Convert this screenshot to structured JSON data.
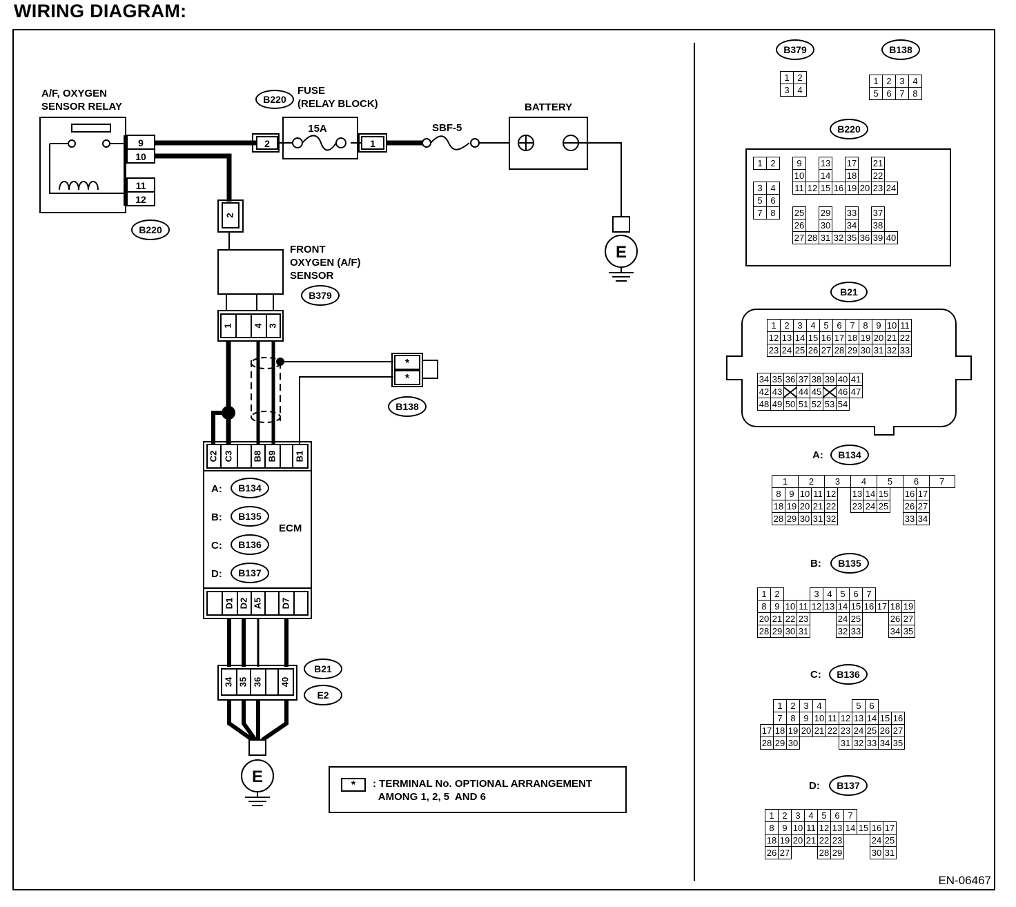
{
  "title": "WIRING DIAGRAM:",
  "doc_code": "EN-06467",
  "labels": {
    "relay": "A/F, OXYGEN\nSENSOR RELAY",
    "fuse": "FUSE\n(RELAY BLOCK)",
    "fuse_rating": "15A",
    "battery": "BATTERY",
    "sbf": "SBF-5",
    "sensor": "FRONT\nOXYGEN (A/F)\nSENSOR",
    "ecm": "ECM",
    "ground": "E"
  },
  "badges": {
    "relay_conn": "B220",
    "fuse_conn": "B220",
    "sensor_conn": "B379",
    "joint_conn": "B138",
    "ground_conn_1": "B21",
    "ground_conn_2": "E2"
  },
  "ecm_connectors": [
    {
      "prefix": "A:",
      "code": "B134"
    },
    {
      "prefix": "B:",
      "code": "B135"
    },
    {
      "prefix": "C:",
      "code": "B136"
    },
    {
      "prefix": "D:",
      "code": "B137"
    }
  ],
  "terminals": {
    "relay": [
      "9",
      "10",
      "11",
      "12"
    ],
    "fuse_in": "2",
    "fuse_out": "1",
    "sensor_drop": "2",
    "sensor": [
      "1",
      "4",
      "3"
    ],
    "joint": [
      "*",
      "*"
    ],
    "ecm_top": [
      "C2",
      "C3",
      "B8",
      "B9",
      "B1"
    ],
    "ecm_bottom": [
      "D1",
      "D2",
      "A5",
      "D7"
    ],
    "ground_conn": [
      "34",
      "35",
      "36",
      "40"
    ]
  },
  "legend": {
    "symbol": "*",
    "text": ": TERMINAL No. OPTIONAL ARRANGEMENT\n  AMONG 1, 2, 5  AND 6"
  },
  "panel": {
    "b379": "B379",
    "b138": "B138",
    "b220": "B220",
    "b21": "B21",
    "a_prefix": "A:",
    "a_code": "B134",
    "b_prefix": "B:",
    "b_code": "B135",
    "c_prefix": "C:",
    "c_code": "B136",
    "d_prefix": "D:",
    "d_code": "B137"
  },
  "grids": {
    "b379": [
      [
        "1",
        "2"
      ],
      [
        "3",
        "4"
      ]
    ],
    "b138": [
      [
        "1",
        "2",
        "3",
        "4"
      ],
      [
        "5",
        "6",
        "7",
        "8"
      ]
    ],
    "b220": [
      [
        "1",
        "2",
        "",
        "9",
        "",
        "13",
        "",
        "17",
        "",
        "21",
        ""
      ],
      [
        "",
        "",
        "",
        "10",
        "",
        "14",
        "",
        "18",
        "",
        "22",
        ""
      ],
      [
        "3",
        "4",
        "",
        "11",
        "12",
        "15",
        "16",
        "19",
        "20",
        "23",
        "24"
      ],
      [
        "5",
        "6",
        "",
        "",
        "",
        "",
        "",
        "",
        "",
        "",
        ""
      ],
      [
        "7",
        "8",
        "",
        "25",
        "",
        "29",
        "",
        "33",
        "",
        "37",
        ""
      ],
      [
        "",
        "",
        "",
        "26",
        "",
        "30",
        "",
        "34",
        "",
        "38",
        ""
      ],
      [
        "",
        "",
        "",
        "27",
        "28",
        "31",
        "32",
        "35",
        "36",
        "39",
        "40"
      ]
    ],
    "b21_top": [
      [
        "1",
        "2",
        "3",
        "4",
        "5",
        "6",
        "7",
        "8",
        "9",
        "10",
        "11"
      ],
      [
        "12",
        "13",
        "14",
        "15",
        "16",
        "17",
        "18",
        "19",
        "20",
        "21",
        "22"
      ],
      [
        "23",
        "24",
        "25",
        "26",
        "27",
        "28",
        "29",
        "30",
        "31",
        "32",
        "33"
      ]
    ],
    "b21_bottom": [
      [
        "34",
        "35",
        "36",
        "37",
        "38",
        "39",
        "40",
        "41"
      ],
      [
        "42",
        "43",
        "X",
        "44",
        "45",
        "X",
        "46",
        "47"
      ],
      [
        "48",
        "49",
        "50",
        "51",
        "52",
        "53",
        "54",
        ""
      ]
    ],
    "b134": [
      [
        "1",
        "",
        "2",
        "",
        "3",
        "",
        "4",
        "",
        "5",
        "",
        "6",
        "",
        "7",
        ""
      ],
      [
        "8",
        "9",
        "10",
        "11",
        "12",
        "",
        "13",
        "14",
        "15",
        "",
        "16",
        "17",
        "",
        ""
      ],
      [
        "18",
        "19",
        "20",
        "21",
        "22",
        "",
        "23",
        "24",
        "25",
        "",
        "26",
        "27",
        "",
        ""
      ],
      [
        "28",
        "29",
        "30",
        "31",
        "32",
        "",
        "",
        "",
        "",
        "",
        "33",
        "34",
        "",
        ""
      ]
    ],
    "b135": [
      [
        "1",
        "2",
        "",
        "",
        "3",
        "4",
        "5",
        "6",
        "7"
      ],
      [
        "8",
        "9",
        "10",
        "11",
        "12",
        "13",
        "14",
        "15",
        "16",
        "17",
        "18",
        "19"
      ],
      [
        "20",
        "21",
        "22",
        "23",
        "",
        "",
        "24",
        "25",
        "",
        "",
        "26",
        "27"
      ],
      [
        "28",
        "29",
        "30",
        "31",
        "",
        "",
        "32",
        "33",
        "",
        "",
        "34",
        "35"
      ]
    ],
    "b136": [
      [
        "",
        "1",
        "2",
        "3",
        "4",
        "",
        "",
        "5",
        "6"
      ],
      [
        "",
        "7",
        "8",
        "9",
        "10",
        "11",
        "12",
        "13",
        "14",
        "15",
        "16"
      ],
      [
        "17",
        "18",
        "19",
        "20",
        "21",
        "22",
        "23",
        "24",
        "25",
        "26",
        "27"
      ],
      [
        "28",
        "29",
        "30",
        "",
        "",
        "",
        "31",
        "32",
        "33",
        "34",
        "35"
      ]
    ],
    "b137": [
      [
        "1",
        "2",
        "3",
        "4",
        "5",
        "6",
        "7"
      ],
      [
        "8",
        "9",
        "10",
        "11",
        "12",
        "13",
        "14",
        "15",
        "16",
        "17"
      ],
      [
        "18",
        "19",
        "20",
        "21",
        "22",
        "23",
        "",
        "",
        "24",
        "25"
      ],
      [
        "26",
        "27",
        "",
        "",
        "28",
        "29",
        "",
        "",
        "30",
        "31"
      ]
    ]
  }
}
